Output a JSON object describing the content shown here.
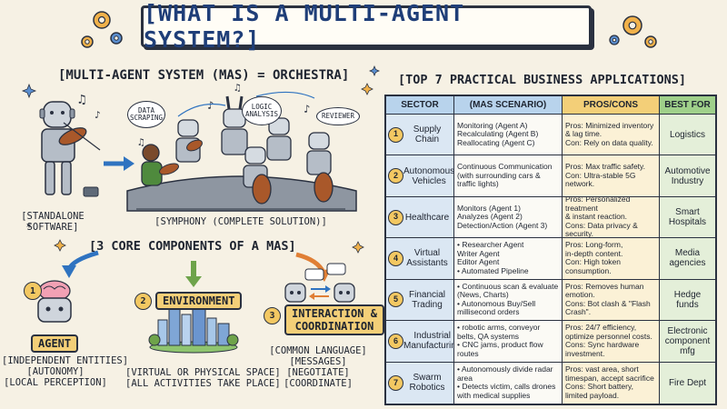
{
  "title": "[WHAT IS A MULTI-AGENT SYSTEM?]",
  "left": {
    "heading": "[MULTI-AGENT SYSTEM (MAS) = ORCHESTRA]",
    "standalone_caption": [
      "[STANDALONE",
      "SOFTWARE]"
    ],
    "symphony_caption": "[SYMPHONY (COMPLETE SOLUTION)]",
    "bubbles": {
      "data": [
        "DATA",
        "SCRAPING"
      ],
      "logic": [
        "LOGIC",
        "ANALYSIS"
      ],
      "reviewer": [
        "REVIEWER"
      ]
    },
    "components_heading": "[3 CORE COMPONENTS OF A MAS]",
    "components": [
      {
        "num": "1",
        "label": "AGENT",
        "caption": [
          "[INDEPENDENT ENTITIES]",
          "[AUTONOMY]",
          "[LOCAL PERCEPTION]"
        ]
      },
      {
        "num": "2",
        "label": "ENVIRONMENT",
        "caption": [
          "[VIRTUAL OR PHYSICAL SPACE]",
          "[ALL ACTIVITIES TAKE PLACE]"
        ]
      },
      {
        "num": "3",
        "label": [
          "INTERACTION &",
          "COORDINATION"
        ],
        "caption": [
          "[COMMON LANGUAGE]",
          "[MESSAGES]",
          "[NEGOTIATE]",
          "[COORDINATE]"
        ]
      }
    ]
  },
  "right": {
    "heading": "[TOP 7 PRACTICAL BUSINESS APPLICATIONS]",
    "headers": [
      "SECTOR",
      "(MAS SCENARIO)",
      "PROS/CONS",
      "BEST FOR"
    ],
    "rows": [
      {
        "num": "1",
        "sector": [
          "Supply",
          "Chain"
        ],
        "scenario": [
          "Monitoring (Agent A)",
          "Recalculating (Agent B)",
          "Reallocating (Agent C)"
        ],
        "pros": [
          "Pros: Minimized inventory",
          "& lag time.",
          "Con: Rely on data quality."
        ],
        "best": [
          "Logistics"
        ]
      },
      {
        "num": "2",
        "sector": [
          "Autonomous",
          "Vehicles"
        ],
        "scenario": [
          "Continuous Communication",
          "(with surrounding cars &",
          "traffic lights)"
        ],
        "pros": [
          "Pros: Max traffic safety.",
          "Con: Ultra-stable 5G",
          "network."
        ],
        "best": [
          "Automotive",
          "Industry"
        ]
      },
      {
        "num": "3",
        "sector": [
          "Healthcare"
        ],
        "scenario": [
          "Monitors (Agent 1)",
          "Analyzes (Agent 2)",
          "Detection/Action (Agent 3)"
        ],
        "pros": [
          "Pros: Personalized treatment",
          "& instant reaction.",
          "Cons: Data privacy &",
          "security."
        ],
        "best": [
          "Smart",
          "Hospitals"
        ]
      },
      {
        "num": "4",
        "sector": [
          "Virtual",
          "Assistants"
        ],
        "scenario": [
          "• Researcher Agent",
          "Writer Agent",
          "Editor Agent",
          "• Automated Pipeline"
        ],
        "pros": [
          "Pros: Long-form,",
          "in-depth content.",
          "Con: High token",
          "consumption."
        ],
        "best": [
          "Media",
          "agencies"
        ]
      },
      {
        "num": "5",
        "sector": [
          "Financial",
          "Trading"
        ],
        "scenario": [
          "• Continuous scan & evaluate",
          "(News, Charts)",
          "• Autonomous Buy/Sell",
          "millisecond orders"
        ],
        "pros": [
          "Pros: Removes human",
          "emotion.",
          "Cons: Bot clash & \"Flash",
          "Crash\"."
        ],
        "best": [
          "Hedge",
          "funds"
        ]
      },
      {
        "num": "6",
        "sector": [
          "Industrial",
          "Manufacturing"
        ],
        "scenario": [
          "• robotic arms, conveyor",
          "belts, QA systems",
          "• CNC jams, product flow",
          "routes"
        ],
        "pros": [
          "Pros: 24/7 efficiency,",
          "optimize personnel costs.",
          "Cons: Sync hardware",
          "investment."
        ],
        "best": [
          "Electronic",
          "component",
          "mfg"
        ]
      },
      {
        "num": "7",
        "sector": [
          "Swarm",
          "Robotics"
        ],
        "scenario": [
          "• Autonomously divide radar",
          "area",
          "• Detects victim, calls drones",
          "with medical supplies"
        ],
        "pros": [
          "Pros: vast area, short",
          "timespan, accept sacrifice",
          "Cons: Short battery,",
          "limited payload."
        ],
        "best": [
          "Fire Dept"
        ]
      }
    ]
  },
  "colors": {
    "ink": "#2a3140",
    "title_text": "#1f3e78",
    "header_blue": "#b8d3ec",
    "header_gold": "#f3cf78",
    "header_green": "#9fd08a",
    "arrow_blue": "#2f73c0",
    "arrow_green": "#6ea34a",
    "arrow_orange": "#e07f35",
    "badge": "#f3c862"
  },
  "icons": [
    "gear-icon",
    "sparkle-icon",
    "music-note-icon",
    "robot-icon",
    "brain-icon",
    "city-icon",
    "chat-icon"
  ]
}
